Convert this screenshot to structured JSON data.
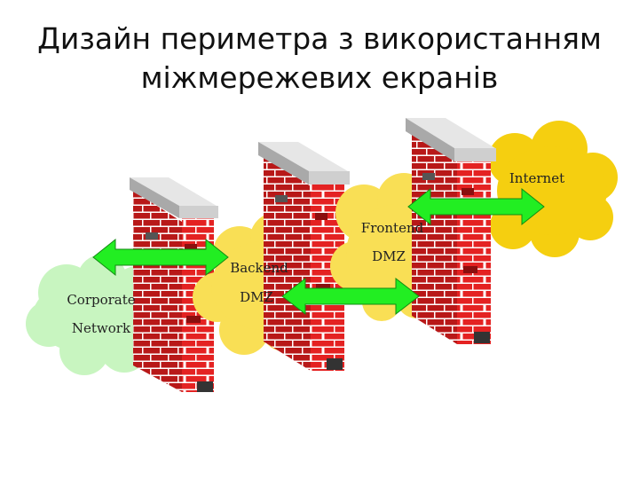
{
  "title": {
    "line1": "Дизайн периметра з використанням",
    "line2": "міжмережевих екранів"
  },
  "zones": {
    "corporate": {
      "line1": "Corporate",
      "line2": "Network"
    },
    "backend": {
      "line1": "Backend",
      "line2": "DMZ"
    },
    "frontend": {
      "line1": "Frontend",
      "line2": "DMZ"
    },
    "internet": {
      "line1": "Internet"
    }
  },
  "colors": {
    "brick": "#e42222",
    "brick_dark": "#8a0f0f",
    "mortar": "#ffffff",
    "cap": "#c8c8c8",
    "cloud_green": "#c8f5c0",
    "cloud_yellow": "#f9df55",
    "cloud_gold": "#f5cf10",
    "arrow": "#22ee22"
  }
}
